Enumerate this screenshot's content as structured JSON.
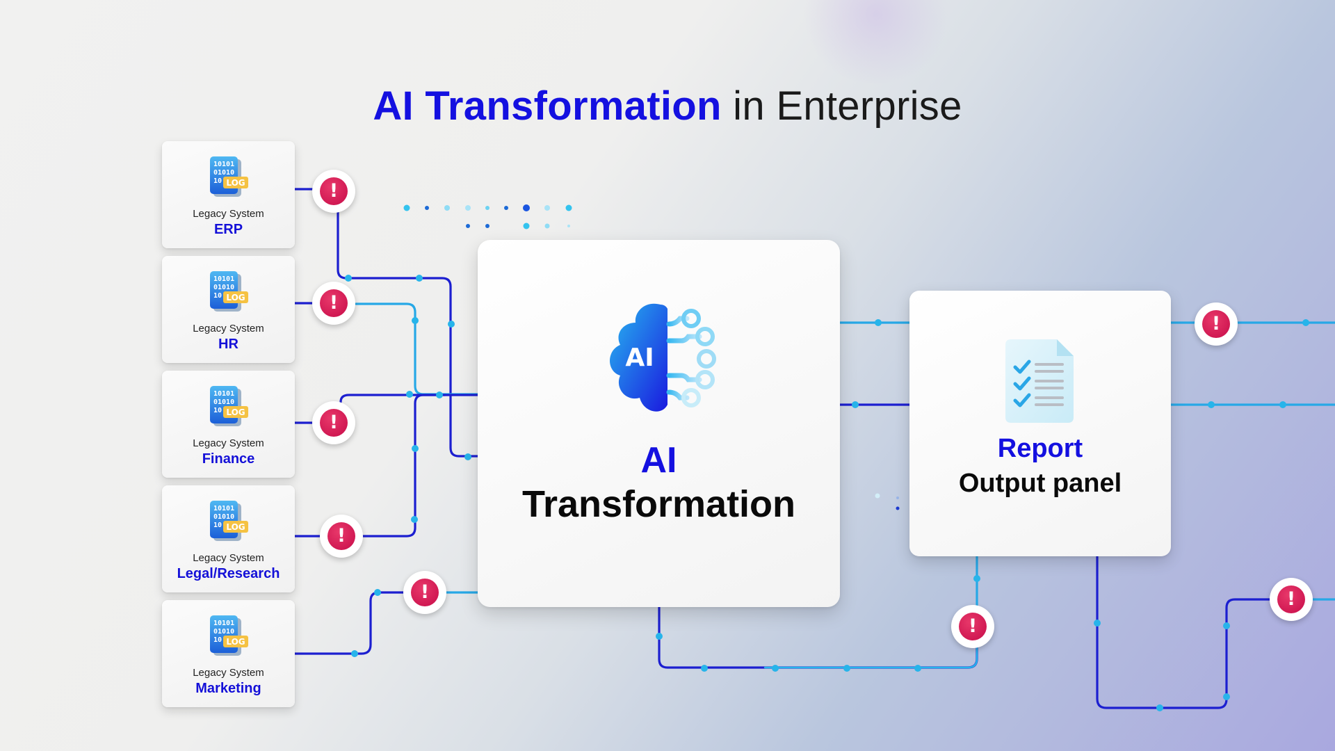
{
  "title": {
    "highlight": "AI Transformation",
    "rest": "in Enterprise"
  },
  "legacy_systems": [
    {
      "caption": "Legacy System",
      "name": "ERP"
    },
    {
      "caption": "Legacy System",
      "name": "HR"
    },
    {
      "caption": "Legacy System",
      "name": "Finance"
    },
    {
      "caption": "Legacy System",
      "name": "Legal/Research"
    },
    {
      "caption": "Legacy System",
      "name": "Marketing"
    }
  ],
  "legacy_icon": {
    "code_text": [
      "10101",
      "01010",
      "10"
    ],
    "badge": "LOG"
  },
  "core": {
    "icon_text": "AI",
    "title_line1": "AI",
    "title_line2": "Transformation"
  },
  "report": {
    "title_line1": "Report",
    "title_line2": "Output panel"
  },
  "alert_symbol": "!",
  "colors": {
    "accent_blue": "#1410e0",
    "line_dark": "#1c1fd0",
    "line_light": "#27b4ea",
    "alert_red": "#d0124f"
  }
}
